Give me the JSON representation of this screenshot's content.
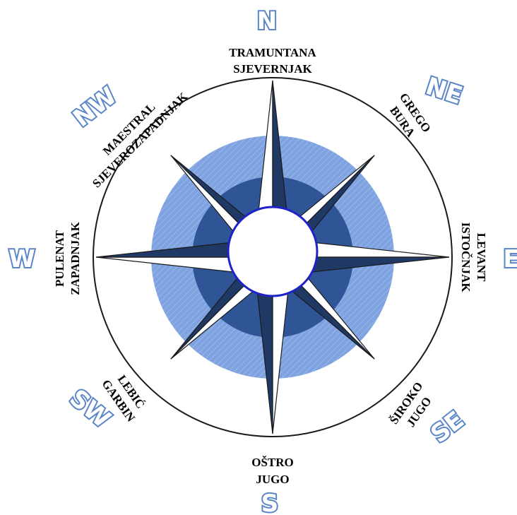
{
  "diagram": {
    "colors": {
      "outer_ring": "#7fa3e0",
      "inner_ring": "#2f5597",
      "point_dark": "#1f3864",
      "point_light": "#ffffff",
      "direction_letter_outline": "#5b86c8"
    },
    "directions": {
      "n": "N",
      "ne": "NE",
      "e": "E",
      "se": "SE",
      "s": "S",
      "sw": "SW",
      "w": "W",
      "nw": "NW"
    },
    "winds": {
      "n": {
        "line1": "TRAMUNTANA",
        "line2": "SJEVERNJAK"
      },
      "ne": {
        "line1": "GREGO",
        "line2": "BURA"
      },
      "e": {
        "line1": "LEVANT",
        "line2": "ISTOČNJAK"
      },
      "se": {
        "line1": "ŠIROKO",
        "line2": "JUGO"
      },
      "s": {
        "line1": "OŠTRO",
        "line2": "JUGO"
      },
      "sw": {
        "line1": "LEBIĆ",
        "line2": "GARBIN"
      },
      "w": {
        "line1": "PULENAT",
        "line2": "ZAPADNJAK"
      },
      "nw": {
        "line1": "MAESTRAL",
        "line2": "SJEVEROZAPADNJAK"
      }
    }
  }
}
